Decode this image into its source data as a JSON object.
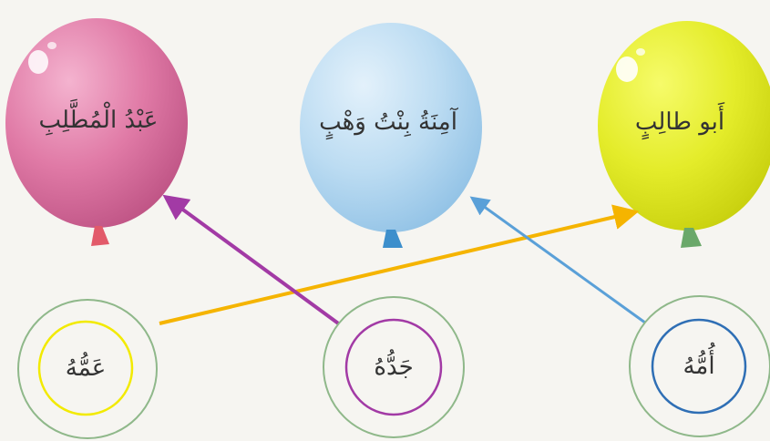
{
  "balloons": [
    {
      "id": "pink",
      "label": "عَبْدُ الْمُطَّلِبِ",
      "color_light": "#f4b3cf",
      "color": "#e07aa6",
      "color_dark": "#c05586",
      "knot": "#e25a6a"
    },
    {
      "id": "blue",
      "label": "آمِنَةُ بِنْتُ وَهْبٍ",
      "color_light": "#e3f1fb",
      "color": "#bcdcf2",
      "color_dark": "#93c3e6",
      "knot": "#3d8fcc"
    },
    {
      "id": "yellow",
      "label": "أَبو طالِبٍ",
      "color_light": "#f6fb6a",
      "color": "#e4ec2a",
      "color_dark": "#c9d10f",
      "knot": "#6aa86a"
    }
  ],
  "circles": [
    {
      "id": "amm",
      "label": "عَمُّهُ",
      "ring": "#8fb88a",
      "inner": "#f2ea00"
    },
    {
      "id": "jadd",
      "label": "جَدُّهُ",
      "ring": "#8fb88a",
      "inner": "#a23aa5"
    },
    {
      "id": "umm",
      "label": "أُمُّهُ",
      "ring": "#8fb88a",
      "inner": "#2f6fb5"
    }
  ],
  "connections": [
    {
      "from": "amm",
      "to": "yellow",
      "color": "#f5b400"
    },
    {
      "from": "jadd",
      "to": "pink",
      "color": "#a23aa5"
    },
    {
      "from": "umm",
      "to": "blue",
      "color": "#5aa0d8"
    }
  ]
}
